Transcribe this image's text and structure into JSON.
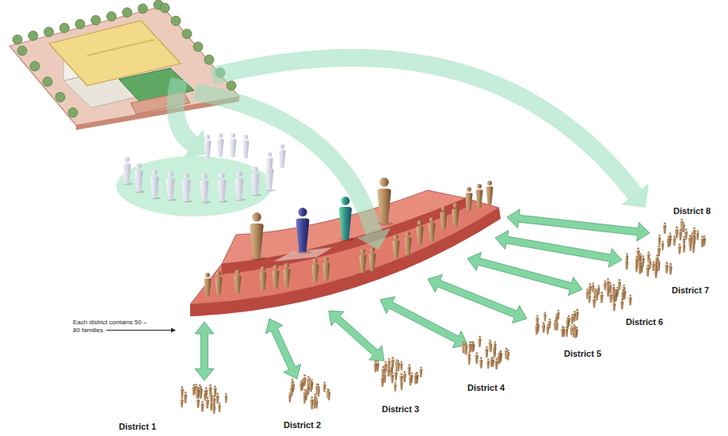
{
  "diagram": {
    "labels": [
      "Each district contains 50 – 80 families",
      "District 1",
      "District 2",
      "District 3",
      "District 4",
      "District 5",
      "District 6",
      "District 7",
      "District 8"
    ]
  }
}
